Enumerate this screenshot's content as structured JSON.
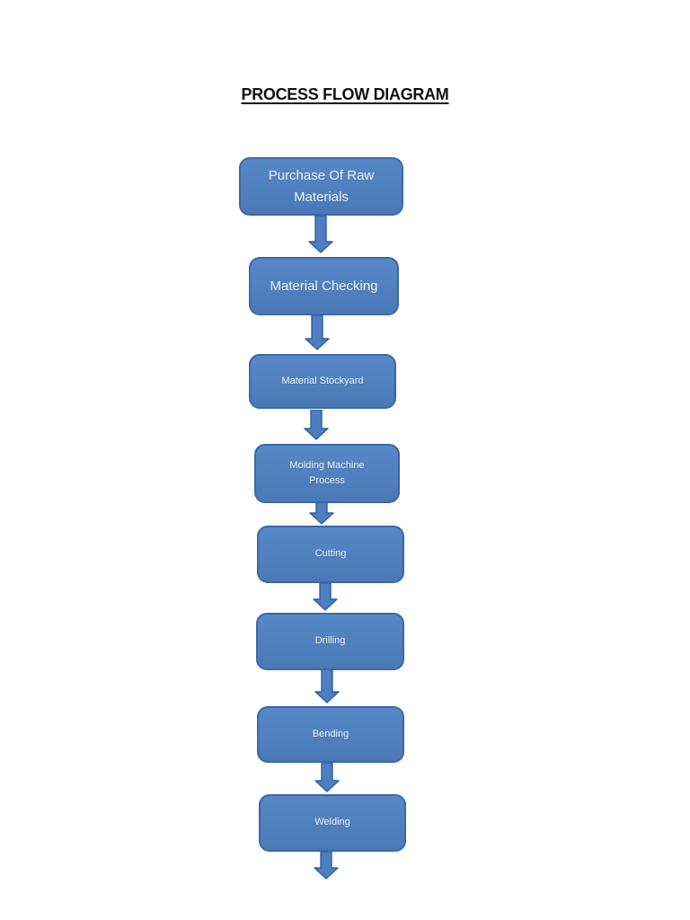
{
  "page": {
    "title": "PROCESS FLOW DIAGRAM"
  },
  "flow": {
    "steps": [
      {
        "label": "Purchase Of Raw\nMaterials"
      },
      {
        "label": "Material Checking"
      },
      {
        "label": "Material Stockyard"
      },
      {
        "label": "Molding Machine\nProcess"
      },
      {
        "label": "Cutting"
      },
      {
        "label": "Drilling"
      },
      {
        "label": "Bending"
      },
      {
        "label": "Welding"
      }
    ],
    "colors": {
      "box_fill_top": "#5788c7",
      "box_fill_bottom": "#4a79b6",
      "box_border": "#3c68a8",
      "arrow_fill": "#4d7ec0",
      "arrow_border": "#30609f",
      "text": "#eef4fa"
    }
  }
}
